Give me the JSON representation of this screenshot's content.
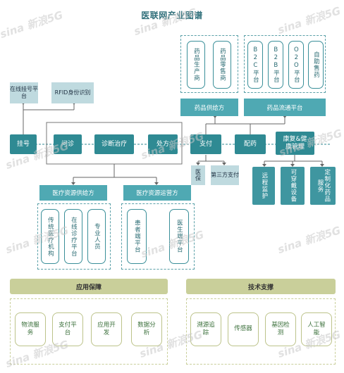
{
  "title": "医联网产业图谱",
  "watermark_text": "sina 新浪5G",
  "main_flow": {
    "guahao": "挂号",
    "wenzhen": "问诊",
    "zhenduan": "诊断治疗",
    "chufang": "处方",
    "zhifu": "支付",
    "peiyao": "配药",
    "kangfu": "康复&健康管理"
  },
  "guahao_children": [
    "在线挂号平台",
    "RFID身份识别"
  ],
  "drug_supply": {
    "label": "药品供给方",
    "items": [
      "药品生产商",
      "药品零售商"
    ]
  },
  "drug_circulation": {
    "label": "药品流通平台",
    "items": [
      "B2C平台",
      "B2B平台",
      "O2O平台",
      "自助售药"
    ]
  },
  "payment_children": [
    "医保",
    "第三方支付"
  ],
  "rehab_children": [
    "远程监护",
    "可穿戴设备",
    "定制化药品服务"
  ],
  "medical_supply": {
    "label": "医疗资源供给方",
    "items": [
      "传统医疗机构",
      "在线诊疗平台",
      "专业人员"
    ]
  },
  "medical_operation": {
    "label": "医疗资源运营方",
    "items": [
      "患者端平台",
      "医生端平台"
    ]
  },
  "app_support": {
    "label": "应用保障",
    "items": [
      "物流服务",
      "支付平台",
      "应用开发",
      "数据分析"
    ]
  },
  "tech_support": {
    "label": "技术支撑",
    "items": [
      "溯源追踪",
      "传感器",
      "基因检测",
      "人工智能"
    ]
  }
}
